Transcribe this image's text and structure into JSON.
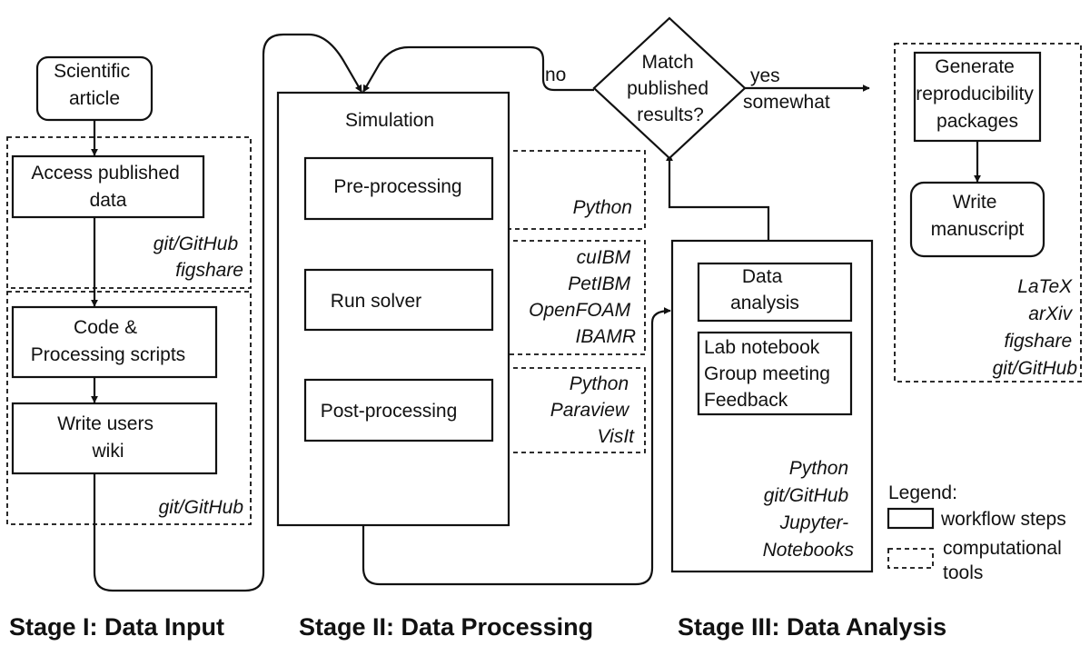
{
  "steps": {
    "article": [
      "Scientific",
      "article"
    ],
    "access": [
      "Access published",
      "data"
    ],
    "code": [
      "Code &",
      "Processing scripts"
    ],
    "wiki": [
      "Write users",
      "wiki"
    ],
    "simulation": "Simulation",
    "preprocessing": "Pre-processing",
    "runsolver": "Run solver",
    "postprocessing": "Post-processing",
    "decision": [
      "Match",
      "published",
      "results?"
    ],
    "dataanalysis": [
      "Data",
      "analysis"
    ],
    "notebook": [
      "Lab notebook",
      "Group meeting",
      "Feedback"
    ],
    "generate": [
      "Generate",
      "reproducibility",
      "packages"
    ],
    "manuscript": [
      "Write",
      "manuscript"
    ]
  },
  "edges": {
    "no": "no",
    "yes": [
      "yes",
      "somewhat"
    ]
  },
  "tools": {
    "access": [
      "git/GitHub",
      "figshare"
    ],
    "code": [
      "git/GitHub"
    ],
    "preprocessing": [
      "Python"
    ],
    "solver": [
      "cuIBM",
      "PetIBM",
      "OpenFOAM",
      "IBAMR"
    ],
    "postprocessing": [
      "Python",
      "Paraview",
      "VisIt"
    ],
    "analysis": [
      "Python",
      "git/GitHub",
      "Jupyter-",
      "Notebooks"
    ],
    "publish": [
      "LaTeX",
      "arXiv",
      "figshare",
      "git/GitHub"
    ]
  },
  "legend": {
    "title": "Legend:",
    "workflow": "workflow steps",
    "computational": [
      "computational",
      "tools"
    ]
  },
  "stages": {
    "one": "Stage I: Data Input",
    "two": "Stage II: Data Processing",
    "three": "Stage III: Data Analysis"
  }
}
